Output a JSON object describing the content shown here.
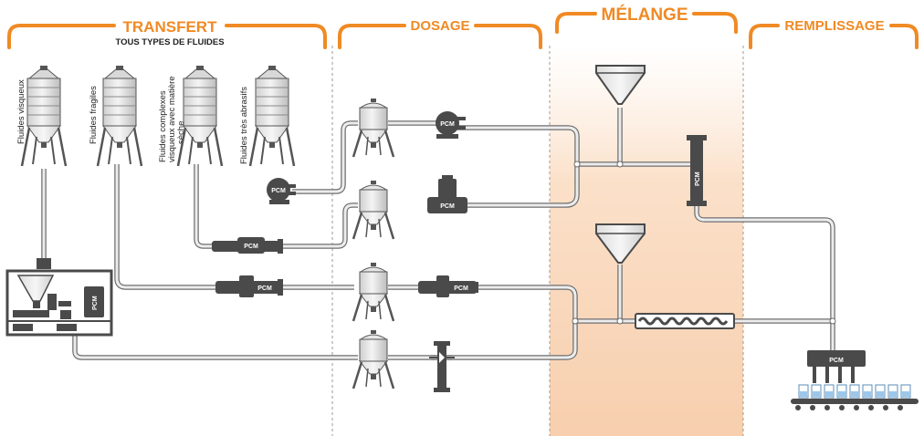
{
  "stages": {
    "transfert": {
      "title": "TRANSFERT",
      "subtitle": "TOUS TYPES DE FLUIDES"
    },
    "dosage": {
      "title": "DOSAGE"
    },
    "melange": {
      "title": "MÉLANGE"
    },
    "remplissage": {
      "title": "REMPLISSAGE"
    }
  },
  "fluids": [
    {
      "label": "Fluides visqueux"
    },
    {
      "label": "Fluides fragiles"
    },
    {
      "label": "Fluides complexes visqueux avec matière sèche"
    },
    {
      "label": "Fluides très abrasifs"
    }
  ],
  "brand": "PCM",
  "colors": {
    "accent": "#f08a24",
    "equipment": "#4a4a4a",
    "melange_zone": "#fbe3cf"
  }
}
